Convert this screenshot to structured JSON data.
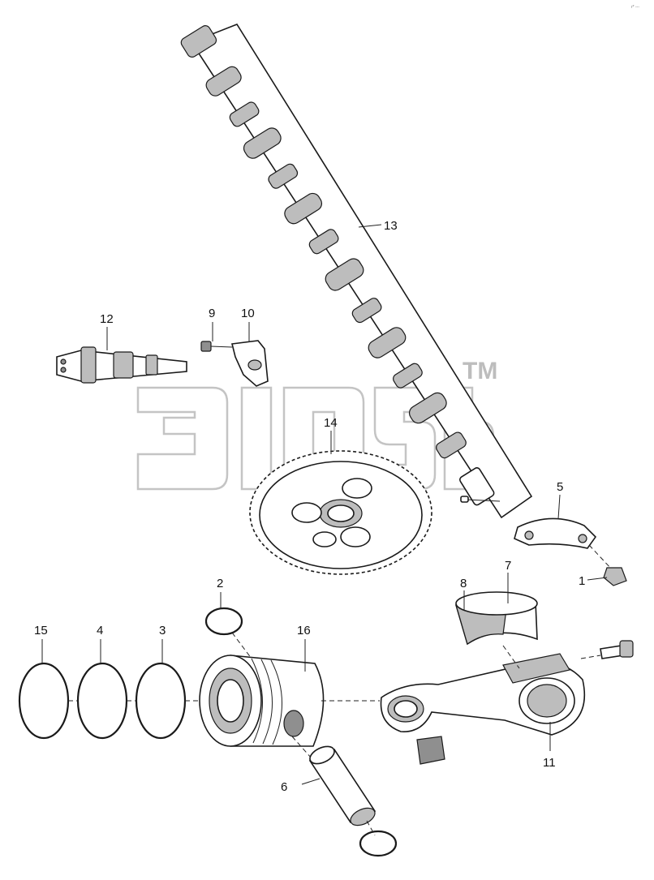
{
  "corner_mark": "r* ---",
  "watermark": {
    "trademark": "TM"
  },
  "callouts": [
    "1",
    "2",
    "3",
    "4",
    "5",
    "6",
    "7",
    "8",
    "9",
    "10",
    "11",
    "12",
    "13",
    "14",
    "15",
    "16"
  ]
}
